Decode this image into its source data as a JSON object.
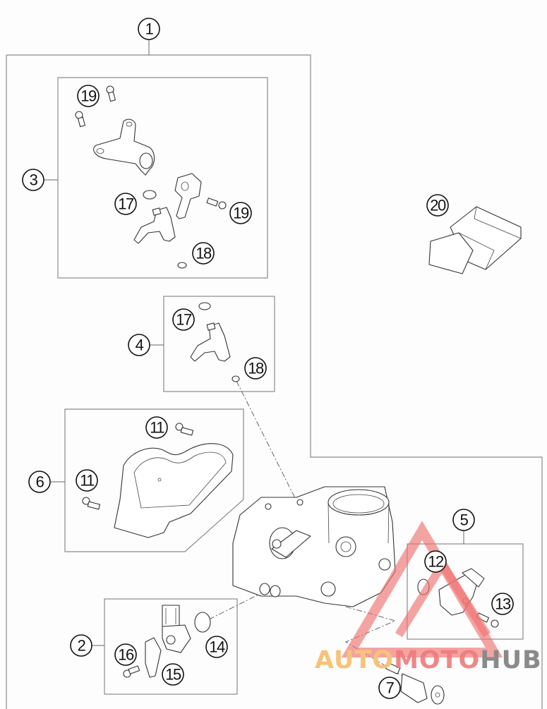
{
  "diagram": {
    "title": "Throttle body exploded parts diagram",
    "callouts": {
      "c1": "1",
      "c2": "2",
      "c3": "3",
      "c4": "4",
      "c5": "5",
      "c6": "6",
      "c7": "7",
      "c11a": "11",
      "c11b": "11",
      "c12": "12",
      "c13": "13",
      "c14": "14",
      "c15": "15",
      "c16": "16",
      "c17a": "17",
      "c17b": "17",
      "c18a": "18",
      "c18b": "18",
      "c19a": "19",
      "c19b": "19",
      "c20": "20"
    }
  },
  "watermark": {
    "part1": "AUTO",
    "part2": "MOTO",
    "part3": "HUB",
    "colors": {
      "auto": "#f7c37a",
      "moto": "#f07a7a",
      "hub": "#8a8a8a",
      "triangle": "#f07070"
    }
  }
}
